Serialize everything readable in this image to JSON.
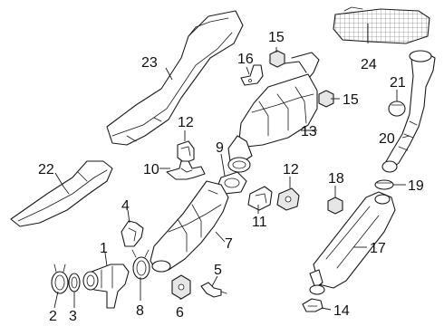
{
  "callouts": {
    "c1": "1",
    "c2": "2",
    "c3": "3",
    "c4": "4",
    "c5": "5",
    "c6": "6",
    "c7": "7",
    "c8": "8",
    "c9": "9",
    "c10": "10",
    "c11": "11",
    "c12a": "12",
    "c12b": "12",
    "c13": "13",
    "c14": "14",
    "c15a": "15",
    "c15b": "15",
    "c16": "16",
    "c17": "17",
    "c18": "18",
    "c19": "19",
    "c20": "20",
    "c21": "21",
    "c22": "22",
    "c23": "23",
    "c24": "24"
  }
}
